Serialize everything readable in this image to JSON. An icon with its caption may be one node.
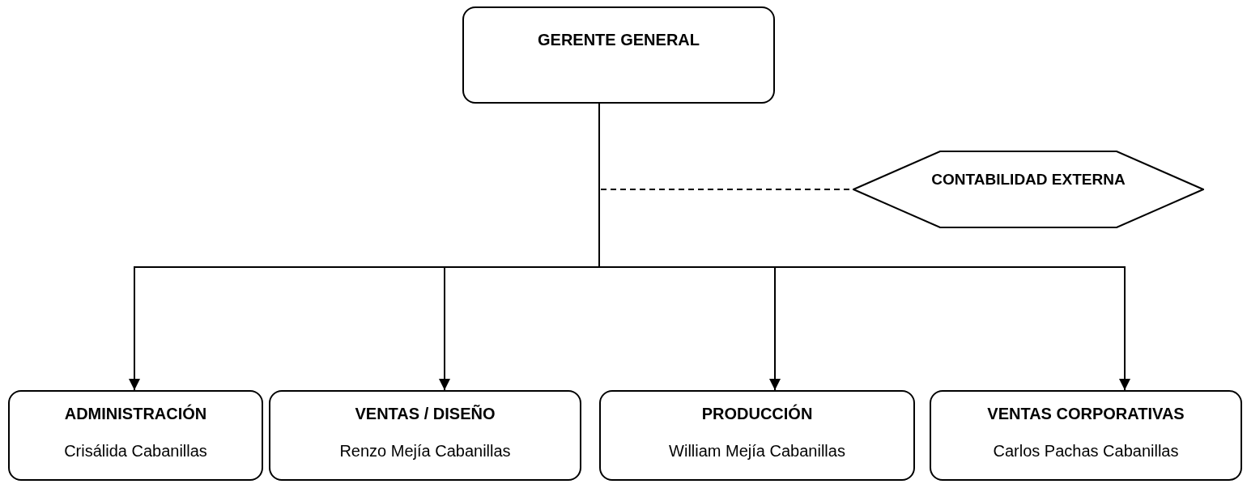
{
  "diagram": {
    "nodes": [
      {
        "text": [
          "GERENTE GENERAL"
        ]
      },
      {
        "text": [
          "CONTABILIDAD EXTERNA"
        ]
      },
      {
        "text": [
          "ADMINISTRACIÓN",
          "Crisálida Cabanillas"
        ]
      },
      {
        "text": [
          "VENTAS / DISEÑO",
          "Renzo Mejía Cabanillas"
        ]
      },
      {
        "text": [
          "PRODUCCIÓN",
          "William Mejía Cabanillas"
        ]
      },
      {
        "text": [
          "VENTAS CORPORATIVAS",
          "Carlos Pachas Cabanillas"
        ]
      }
    ],
    "edges": [
      {
        "from": 0,
        "to": 1,
        "arrow": "none",
        "style": "dashed"
      },
      {
        "from": 0,
        "to": 2,
        "arrow": "to"
      },
      {
        "from": 0,
        "to": 3,
        "arrow": "to"
      },
      {
        "from": 0,
        "to": 4,
        "arrow": "to"
      },
      {
        "from": 0,
        "to": 5,
        "arrow": "to"
      }
    ]
  }
}
